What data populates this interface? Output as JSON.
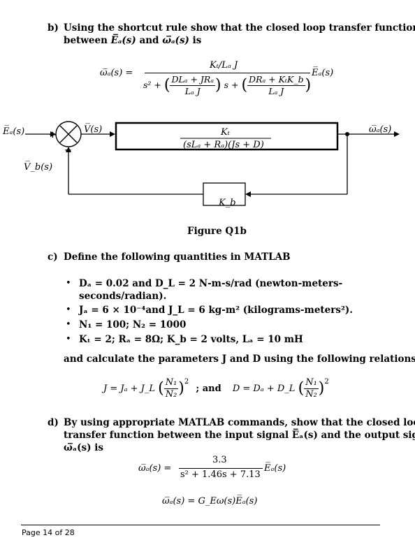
{
  "part_b": {
    "label": "b)",
    "line1": "Using the shortcut rule show that the closed loop transfer function",
    "line2_pre": "between ",
    "Ea": "E̅ₐ(s)",
    "and": " and ",
    "wa": "ω̅ₐ(s)",
    "is": " is",
    "eq_lhs": "ω̅ₐ(s) =",
    "eq_num": "Kₜ/Lₐ J",
    "eq_den_s2": "s² +",
    "eq_den_t1_num": "DLₐ + JRₐ",
    "eq_den_t1_den": "Lₐ J",
    "eq_den_s": "s +",
    "eq_den_t2_num": "DRₐ + KₜK_b",
    "eq_den_t2_den": "Lₐ J",
    "eq_rhs": "E̅ₐ(s)"
  },
  "diagram": {
    "input_label": "E̅ₐ(s)",
    "plus": "+",
    "minus": "−",
    "v_label": "V̅(s)",
    "vb_label": "V̅_b(s)",
    "plant_num": "Kₜ",
    "plant_den": "(sLₐ + Rₐ)(Js + D)",
    "feedback_block": "K_b",
    "output_label": "ω̅ₐ(s)",
    "caption": "Figure Q1b"
  },
  "part_c": {
    "label": "c)",
    "intro": "Define the following quantities in MATLAB",
    "bullets": [
      "Dₐ = 0.02 and D_L = 2 N-m-s/rad (newton-meters-",
      "seconds/radian).",
      "Jₐ = 6 × 10⁻⁴and J_L = 6 kg-m² (kilograms-meters²).",
      "N₁ = 100; N₂ = 1000",
      "Kₜ = 2; Rₐ = 8Ω; K_b = 2 volts, Lₐ = 10 mH"
    ],
    "relation_text": "and calculate the parameters J and D using the following relations",
    "eq_J": "J = Jₐ + J_L",
    "ratio_num": "N₁",
    "ratio_den": "N₂",
    "exp": "2",
    "semicolon_and": "; and",
    "eq_D": "D = Dₐ + D_L"
  },
  "part_d": {
    "label": "d)",
    "line1": "By using appropriate MATLAB commands, show that the closed loop",
    "line2": "transfer function between the input signal E̅ₐ(s) and the output signal",
    "line3": "ω̅ₐ(s) is",
    "eq1_lhs": "ω̅ₐ(s) =",
    "eq1_num": "3.3",
    "eq1_den": "s² + 1.46s + 7.13",
    "eq1_rhs": "E̅ₐ(s)",
    "eq2": "ω̅ₐ(s) = G_Eω(s)E̅ₐ(s)"
  },
  "footer": {
    "page": "Page 14 of 28"
  }
}
